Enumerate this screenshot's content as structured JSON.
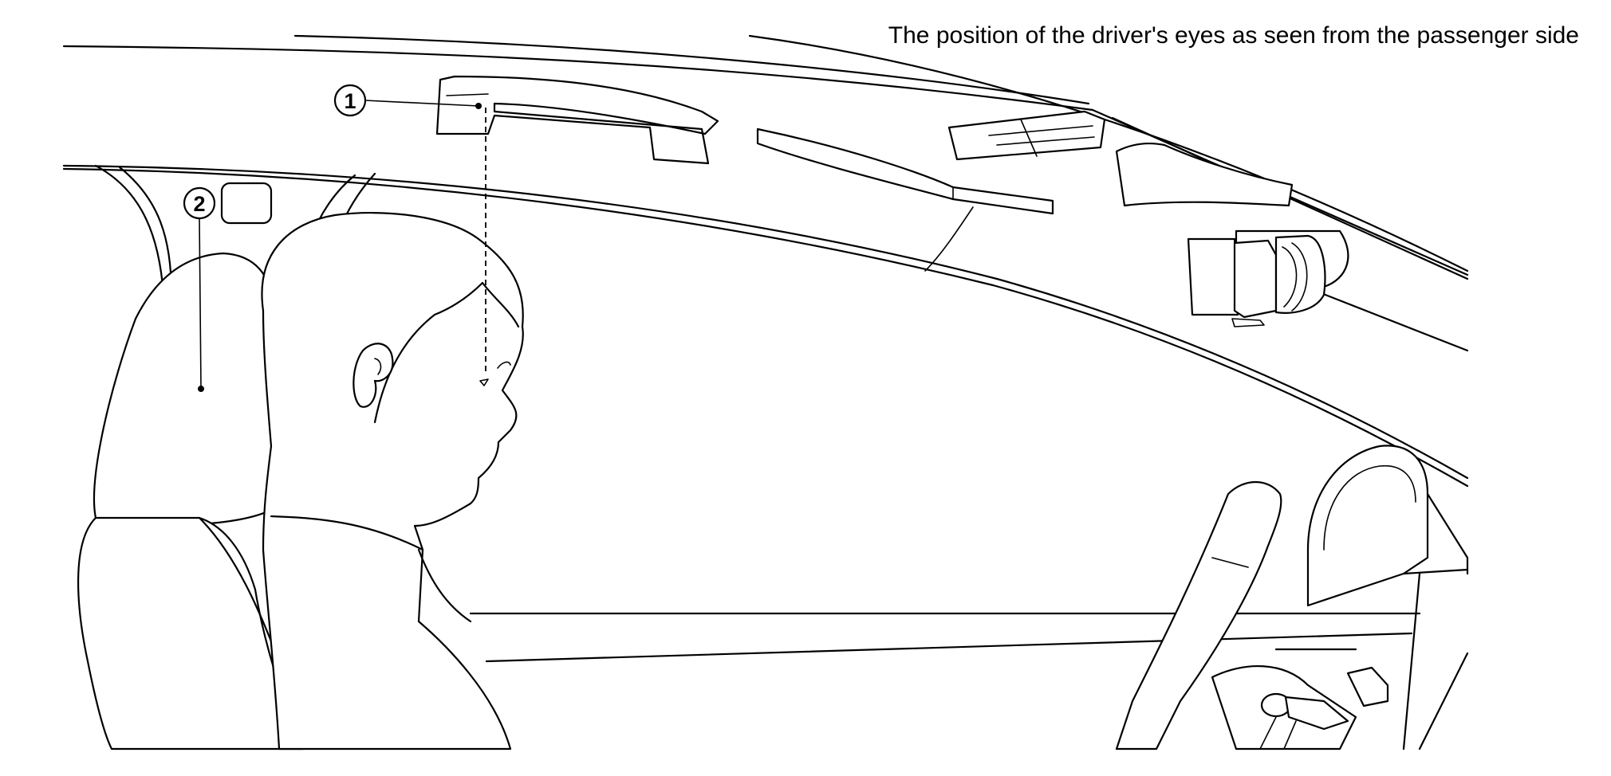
{
  "caption": "The position of the driver's eyes as seen from the passenger side",
  "callouts": [
    {
      "number": "1"
    },
    {
      "number": "2"
    }
  ]
}
